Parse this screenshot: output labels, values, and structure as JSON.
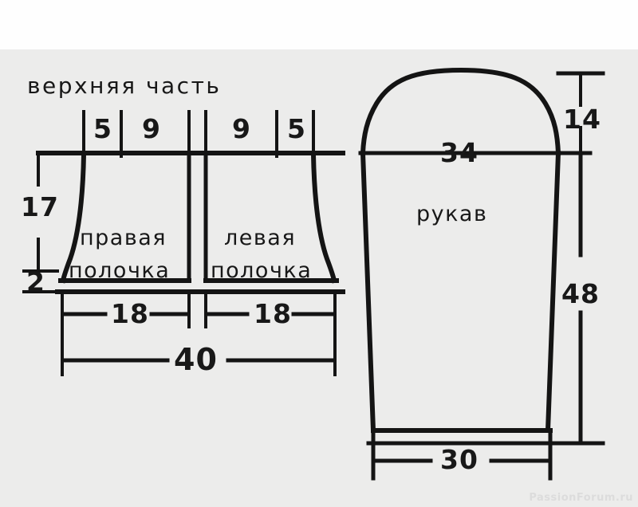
{
  "diagram": {
    "title": "верхняя часть",
    "watermark": "PassionForum.ru",
    "background_color": "#ececeb",
    "line_color": "#141414",
    "pieces": [
      {
        "name": "right-front",
        "label": "правая\nполочка",
        "label_line1": "правая",
        "label_line2": "полочка"
      },
      {
        "name": "left-front",
        "label": "левая\nполочка",
        "label_line1": "левая",
        "label_line2": "полочка"
      },
      {
        "name": "sleeve",
        "label": "рукав"
      }
    ],
    "measurements": {
      "top_segments": [
        "5",
        "9",
        "9",
        "5"
      ],
      "body_height": "17",
      "hem_height": "2",
      "half_width_right": "18",
      "half_width_left": "18",
      "total_width": "40",
      "sleeve_cap_height": "14",
      "sleeve_cap_width": "34",
      "sleeve_length": "48",
      "sleeve_cuff_width": "30"
    }
  }
}
